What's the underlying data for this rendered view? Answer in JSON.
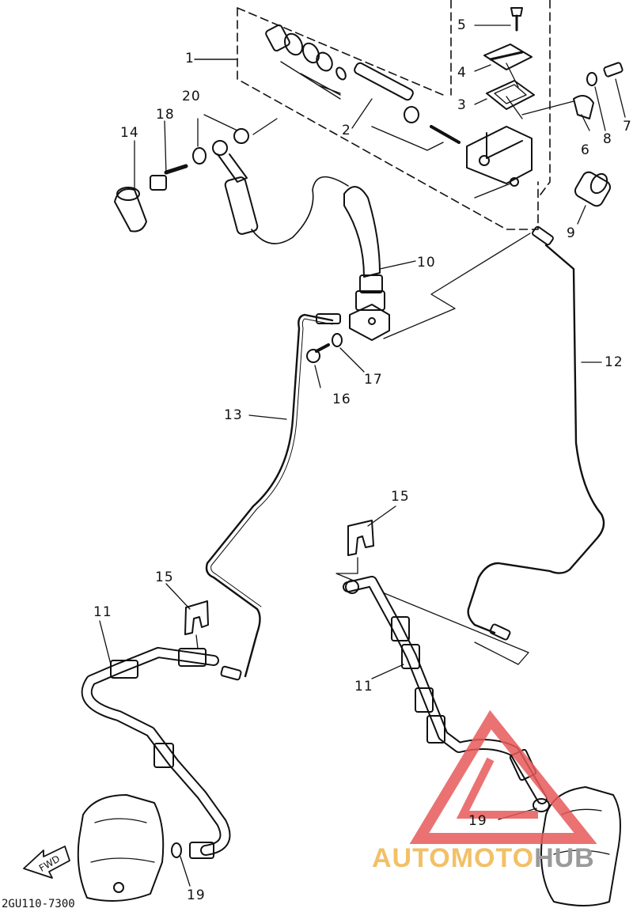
{
  "callouts": [
    "1",
    "2",
    "3",
    "4",
    "5",
    "6",
    "7",
    "8",
    "9",
    "10",
    "11",
    "12",
    "13",
    "14",
    "15",
    "16",
    "17",
    "18",
    "19",
    "20"
  ],
  "drawing_code": "2GU110-7300",
  "fwd_label": "FWD",
  "watermark": {
    "part1": "AUTOMOTO",
    "part2": "HUB"
  },
  "colors": {
    "ink": "#111111",
    "watermark_red": "#e85a5a",
    "watermark_gold": "#f2c066",
    "watermark_grey": "#9a9a9a"
  }
}
